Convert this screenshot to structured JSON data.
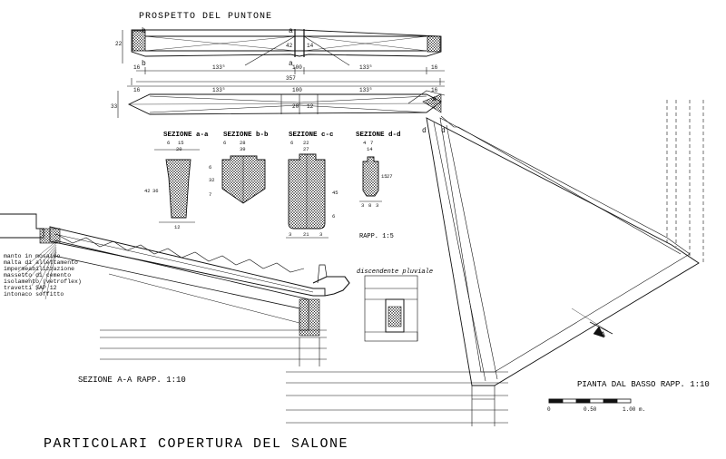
{
  "sheet": {
    "title": "PARTICOLARI  COPERTURA  DEL  SALONE",
    "elevation_title": "PROSPETTO  DEL  PUNTONE",
    "section_aa_caption": "SEZIONE  A-A  RAPP. 1:10",
    "plan_caption": "PIANTA  DAL  BASSO  RAPP. 1:10",
    "sections_scale": "RAPP. 1:5",
    "downpipe_label": "discendente pluviale"
  },
  "dimensions": {
    "elevation": [
      "16",
      "133⁵",
      "357",
      "100",
      "133⁵",
      "16",
      "22",
      "42",
      "14"
    ],
    "plan_view": [
      "16",
      "133⁵",
      "100",
      "133⁵",
      "16",
      "20",
      "12",
      "33"
    ],
    "letters": [
      "a",
      "a",
      "b",
      "b",
      "A",
      "A",
      "d",
      "d"
    ]
  },
  "sections": [
    {
      "label": "SEZIONE  a-a",
      "dims": [
        "6",
        "15",
        "20",
        "42",
        "36",
        "12"
      ]
    },
    {
      "label": "SEZIONE  b-b",
      "dims": [
        "6",
        "28",
        "39",
        "6",
        "32",
        "7"
      ]
    },
    {
      "label": "SEZIONE  c-c",
      "dims": [
        "6",
        "22",
        "27",
        "45",
        "6",
        "3",
        "21",
        "3"
      ]
    },
    {
      "label": "SEZIONE  d-d",
      "dims": [
        "4",
        "7",
        "14",
        "27",
        "15",
        "3",
        "8",
        "3"
      ]
    }
  ],
  "layers": [
    "manto in mosaico",
    "malta di allettamento",
    "impermeabilizzazione",
    "massetto di cemento",
    "isolamento (vetroflex)",
    "travetti SAP 12",
    "intonaco soffitto"
  ],
  "scale_bar": {
    "labels": [
      "0",
      "0.50",
      "1.00 m."
    ]
  }
}
